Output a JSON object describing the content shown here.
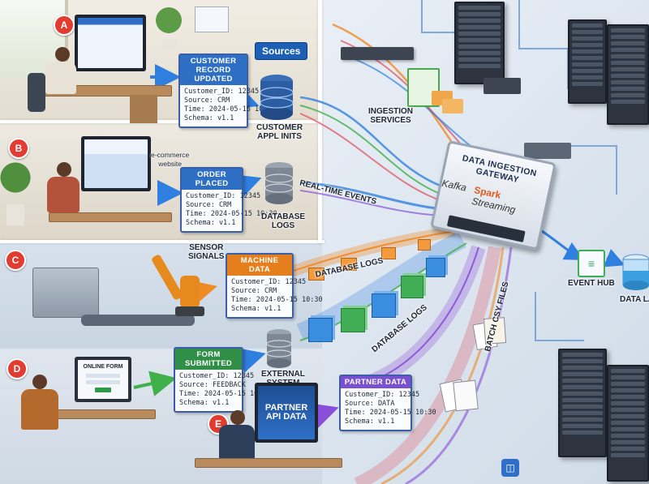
{
  "badges": {
    "a": "A",
    "b": "B",
    "c": "C",
    "d": "D",
    "e": "E"
  },
  "sources_label": "Sources",
  "cards": {
    "customer_record": {
      "title": "CUSTOMER RECORD UPDATED",
      "lines": [
        "Customer_ID: 12345",
        "Source: CRM",
        "Time: 2024-05-15 10:30",
        "Schema: v1.1"
      ]
    },
    "order_placed": {
      "title": "ORDER PLACED",
      "lines": [
        "Customer_ID: 12345",
        "Source: CRM",
        "Time: 2024-05-15 10:30",
        "Schema: v1.1"
      ]
    },
    "machine_data": {
      "title": "MACHINE DATA",
      "lines": [
        "Customer_ID: 12345",
        "Source: CRM",
        "Time: 2024-05-15 10:30",
        "Schema: v1.1"
      ]
    },
    "form_submitted": {
      "title": "FORM SUBMITTED",
      "lines": [
        "Customer_ID: 12345",
        "Source: FEEDBACK",
        "Time: 2024-05-15 10:30",
        "Schema: v1.1"
      ]
    },
    "partner_data": {
      "title": "PARTNER DATA",
      "lines": [
        "Customer_ID: 12345",
        "Source: DATA",
        "Time: 2024-05-15 10:30",
        "Schema: v1.1"
      ]
    }
  },
  "labels": {
    "customer_appl_inits": "CUSTOMER\nAPPL INITS",
    "database_logs_1": "DATABASE\nLOGS",
    "ecommerce_website": "e-commerce\nwebsite",
    "sensor_signals": "SENSOR\nSIGNALS",
    "external_system": "EXTERNAL\nSYSTEM",
    "ingestion_services": "INGESTION\nSERVICES",
    "real_time_events": "REAL-TIME EVENTS",
    "database_logs_2": "DATABASE LOGS",
    "database_logs_3": "DATABASE LOGS",
    "batch_csv_files": "BATCH CSY FILES",
    "event_hub": "EVENT HUB",
    "data_lake": "DATA LA",
    "online_form": "ONLINE FORM",
    "partner_api_data": "PARTNER\nAPI DATA"
  },
  "gateway": {
    "title": "DATA INGESTION GATEWAY",
    "kafka": "Kafka",
    "spark": "Spark",
    "streaming": "Streaming"
  },
  "colors": {
    "badge": "#e23b30",
    "card_header": "#2e6fc3",
    "stream_blue": "#2f7fe0",
    "stream_orange": "#f08a24",
    "stream_green": "#3fb04a",
    "stream_purple": "#8a4fd8",
    "stream_red": "#e04a5a"
  }
}
